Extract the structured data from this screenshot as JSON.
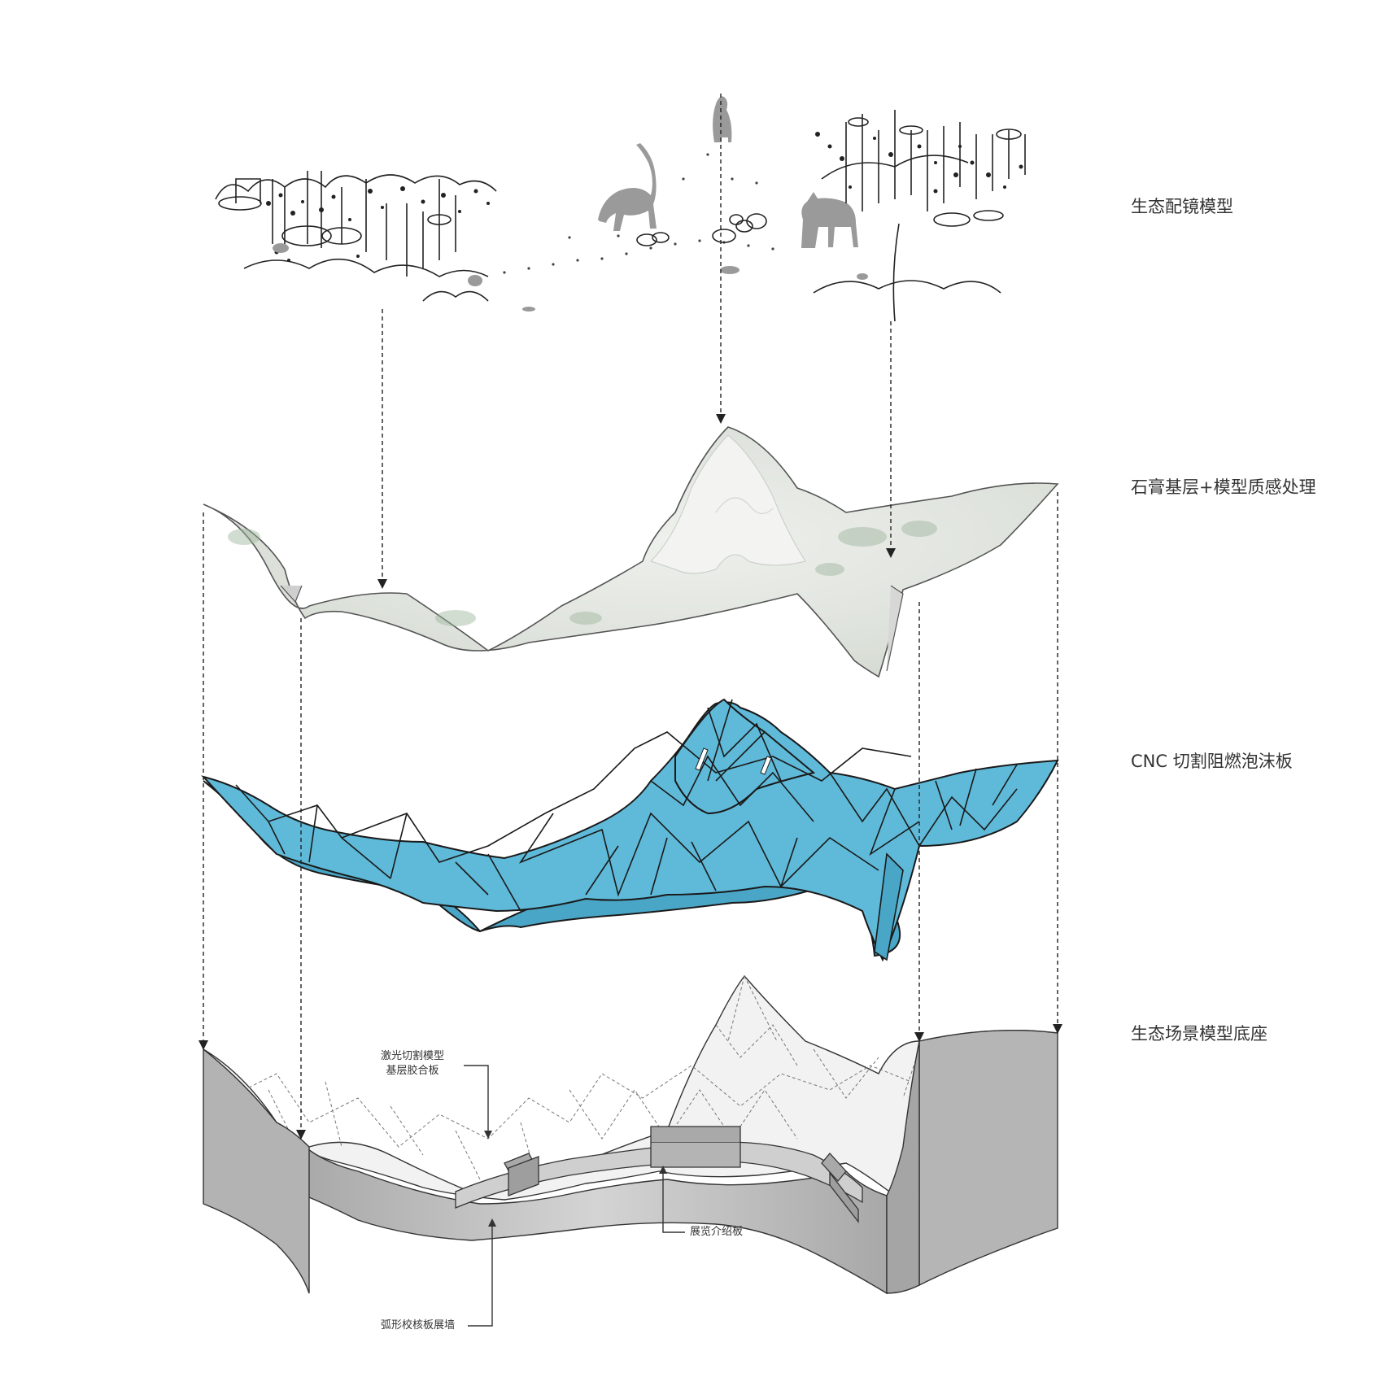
{
  "layers": [
    {
      "label": "生态配镜模型"
    },
    {
      "label": "石膏基层+模型质感处理"
    },
    {
      "label": "CNC 切割阻燃泡沫板"
    },
    {
      "label": "生态场景模型底座"
    }
  ],
  "callouts": {
    "plywood_line1": "激光切割模型",
    "plywood_line2": "基层胶合板",
    "intro_board": "展览介绍板",
    "curved_wall": "弧形校核板展墙"
  },
  "colors": {
    "foam": "#5fb9d8",
    "plaster": "#dfe3dd",
    "base_wall": "#b9b9b9",
    "base_top": "#f1f1f1",
    "line": "#222222"
  }
}
